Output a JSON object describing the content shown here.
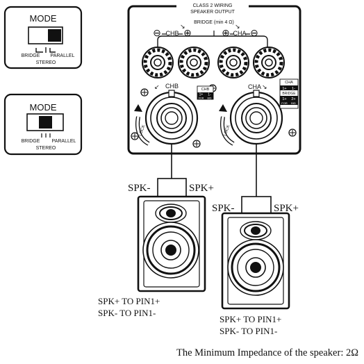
{
  "mode_switches": [
    {
      "title": "MODE",
      "left_label": "BRIDGE",
      "right_label": "PARALLEL",
      "bottom_label": "STEREO",
      "selected": "PARALLEL",
      "symbol": "⅃ I L"
    },
    {
      "title": "MODE",
      "left_label": "BRIDGE",
      "right_label": "PARALLEL",
      "bottom_label": "STEREO",
      "selected": "STEREO"
    }
  ],
  "panel": {
    "header_line1": "CLASS 2 WIRING",
    "header_line2": "SPEAKER OUTPUT",
    "bridge_label": "BRIDGE (min 4 Ω)",
    "chb_label": "CHB",
    "cha_label": "CHA",
    "neg_symbol": "⊖",
    "pos_symbol": "⊕",
    "chb_pin_table": {
      "title": "CHB",
      "row1": [
        "1+",
        "1-"
      ],
      "row2": [
        "FOR",
        "BID"
      ]
    },
    "cha_pin_table": {
      "title": "CHA",
      "row1": [
        "1+",
        "1-"
      ],
      "row2_title": "BRIDGE",
      "row3": [
        "1+",
        "2+"
      ],
      "row4": [
        "FOR",
        "BID"
      ]
    },
    "lock_label": "LOCK"
  },
  "speakers": [
    {
      "neg_label": "SPK-",
      "pos_label": "SPK+",
      "pin_line1": "SPK+ TO PIN1+",
      "pin_line2": "SPK- TO PIN1-"
    },
    {
      "neg_label": "SPK-",
      "pos_label": "SPK+",
      "pin_line1": "SPK+ TO PIN1+",
      "pin_line2": "SPK- TO PIN1-"
    }
  ],
  "footer": "The Minimum Impedance of the speaker: 2Ω"
}
